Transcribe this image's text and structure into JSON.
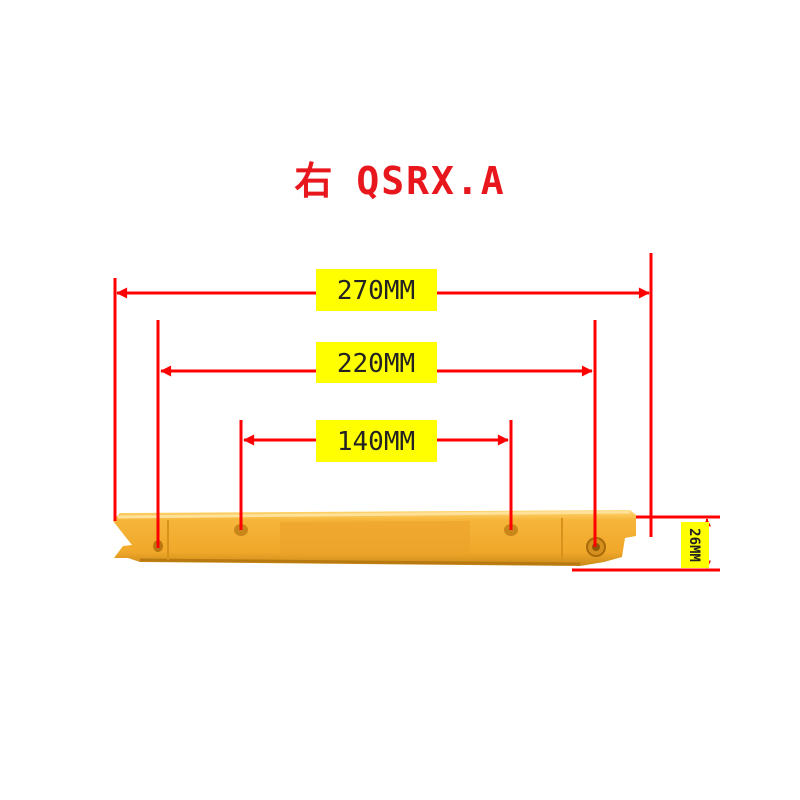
{
  "title": {
    "prefix": "右",
    "model": "QSRX.A"
  },
  "dimensions": {
    "overall_length": "270MM",
    "hole_outer_spacing": "220MM",
    "hole_inner_spacing": "140MM",
    "height": "26MM"
  },
  "colors": {
    "dimension_line": "#ff0000",
    "title_text": "#e8171d",
    "label_background": "#ffff00",
    "label_text": "#222222",
    "part_body": "#f2ad2b",
    "part_shadow": "#c98918",
    "part_highlight": "#ffd873"
  }
}
